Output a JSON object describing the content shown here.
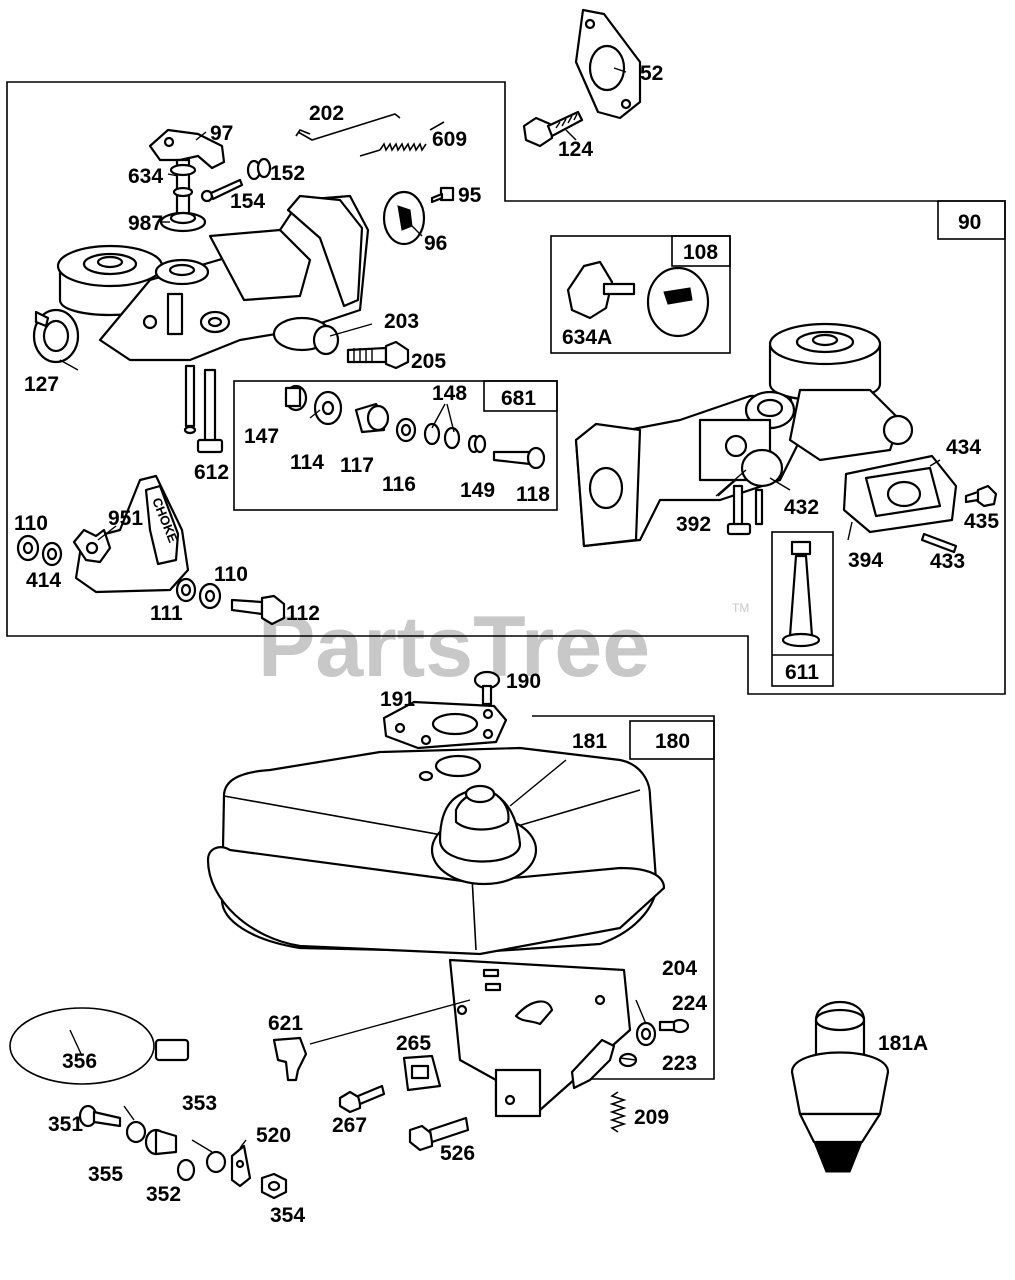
{
  "watermark": {
    "text": "PartsTree",
    "trademark": "TM"
  },
  "choke_text": "CHOKE",
  "boxes": {
    "b90": "90",
    "b108": "108",
    "b681": "681",
    "b611": "611",
    "b180": "180"
  },
  "labels": {
    "l52": "52",
    "l124": "124",
    "l202": "202",
    "l609": "609",
    "l97": "97",
    "l634": "634",
    "l152": "152",
    "l154": "154",
    "l987": "987",
    "l95": "95",
    "l96": "96",
    "l127": "127",
    "l203": "203",
    "l205": "205",
    "l612": "612",
    "l147": "147",
    "l114": "114",
    "l117": "117",
    "l116": "116",
    "l148": "148",
    "l149": "149",
    "l118": "118",
    "l110a": "110",
    "l951": "951",
    "l414": "414",
    "l110b": "110",
    "l111": "111",
    "l112": "112",
    "l634A": "634A",
    "l434": "434",
    "l432": "432",
    "l392": "392",
    "l435": "435",
    "l394": "394",
    "l433": "433",
    "l190": "190",
    "l191": "191",
    "l181": "181",
    "l204": "204",
    "l224": "224",
    "l621": "621",
    "l265": "265",
    "l223": "223",
    "l356": "356",
    "l351": "351",
    "l353": "353",
    "l267": "267",
    "l520": "520",
    "l209": "209",
    "l355": "355",
    "l352": "352",
    "l526": "526",
    "l354": "354",
    "l181A": "181A"
  }
}
